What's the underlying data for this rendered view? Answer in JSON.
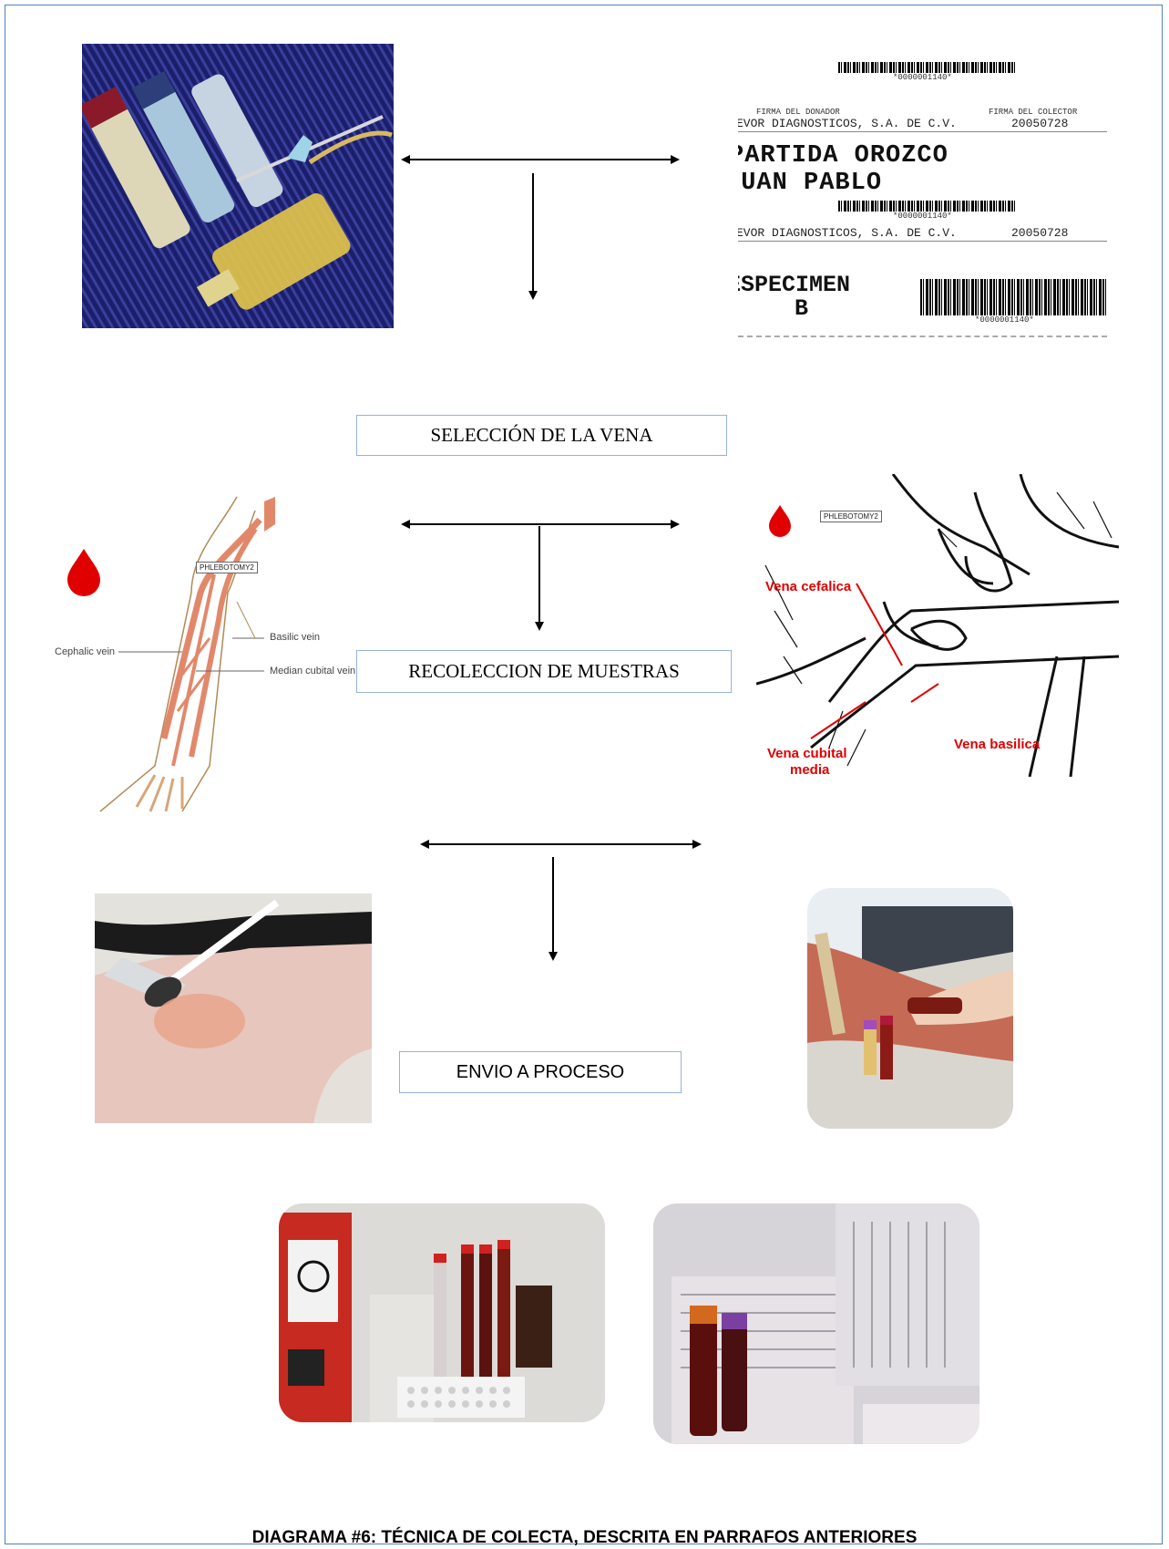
{
  "steps": {
    "seleccion": "SELECCIÓN DE LA VENA",
    "recoleccion": "RECOLECCION DE MUESTRAS",
    "envio": "ENVIO A PROCESO"
  },
  "caption": "DIAGRAMA #6: TÉCNICA DE COLECTA, DESCRITA EN PARRAFOS ANTERIORES",
  "label_sheet": {
    "barcode_number": "*0000001140*",
    "firma_donador": "FIRMA DEL DONADOR",
    "firma_colector": "FIRMA DEL COLECTOR",
    "company": "EVOR DIAGNOSTICOS, S.A. DE C.V.",
    "date": "20050728",
    "surname": "PARTIDA OROZCO",
    "name": "JUAN PABLO",
    "specimen": "ESPECIMEN",
    "specimen_letter": "B"
  },
  "arm_diagram": {
    "tag": "PHLEBOTOMY2",
    "basilic": "Basilic vein",
    "cephalic": "Cephalic vein",
    "median_cubital": "Median cubital vein"
  },
  "arm_sketch": {
    "tag": "PHLEBOTOMY2",
    "vena_cefalica": "Vena cefalica",
    "vena_basilica": "Vena basilica",
    "vena_cubital": "Vena cubital",
    "media": "media"
  },
  "colors": {
    "frame": "#4f81bd",
    "box_border": "#95b3d7",
    "blood_drop": "#e00000"
  }
}
